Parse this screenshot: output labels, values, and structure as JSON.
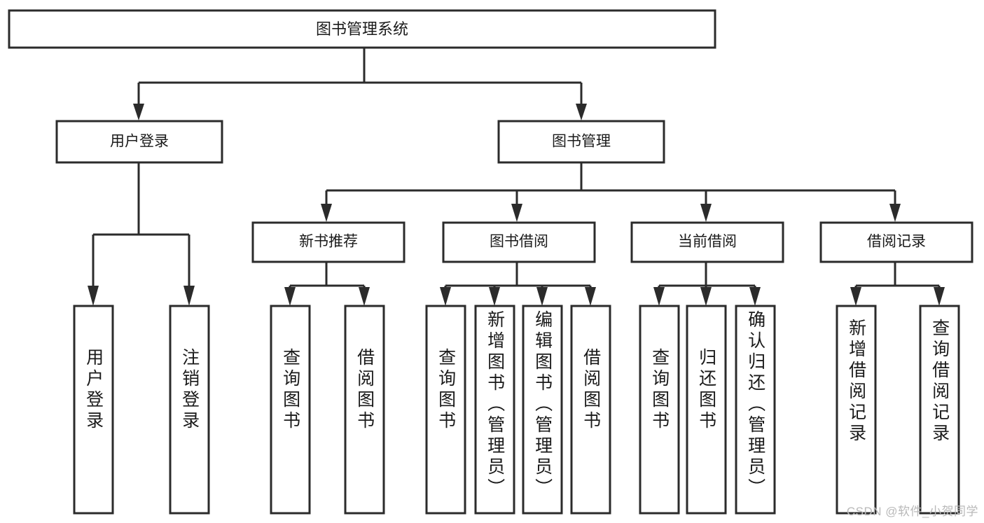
{
  "diagram": {
    "title": "图书管理系统",
    "type": "tree-hierarchy-chart",
    "root": {
      "label": "图书管理系统"
    },
    "level2": [
      {
        "label": "用户登录"
      },
      {
        "label": "图书管理"
      }
    ],
    "level3": [
      {
        "label": "新书推荐"
      },
      {
        "label": "图书借阅"
      },
      {
        "label": "当前借阅"
      },
      {
        "label": "借阅记录"
      }
    ],
    "leaves": {
      "user_login": [
        {
          "label": "用户登录"
        },
        {
          "label": "注销登录"
        }
      ],
      "new_book_recommend": [
        {
          "label": "查询图书"
        },
        {
          "label": "借阅图书"
        }
      ],
      "book_borrow": [
        {
          "label": "查询图书"
        },
        {
          "label": "新增图书（管理员）"
        },
        {
          "label": "编辑图书（管理员）"
        },
        {
          "label": "借阅图书"
        }
      ],
      "current_borrow": [
        {
          "label": "查询图书"
        },
        {
          "label": "归还图书"
        },
        {
          "label": "确认归还（管理员）"
        }
      ],
      "borrow_records": [
        {
          "label": "新增借阅记录"
        },
        {
          "label": "查询借阅记录"
        }
      ]
    }
  },
  "watermark": {
    "text": "CSDN @软件_小贺同学"
  },
  "colors": {
    "stroke": "#2b2b2b",
    "fill": "#ffffff",
    "text": "#1a1a1a",
    "watermark": "#b9b9b9"
  }
}
